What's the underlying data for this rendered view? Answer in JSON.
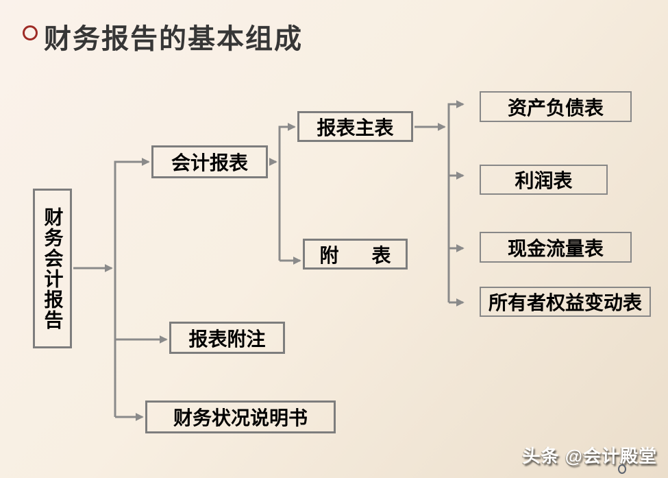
{
  "slide": {
    "title": "财务报告的基本组成",
    "watermark": "头条 @会计殿堂"
  },
  "diagram": {
    "root": {
      "label": "财务会计报告"
    },
    "branches": [
      {
        "label": "会计报表"
      },
      {
        "label": "报表附注"
      },
      {
        "label": "财务状况说明书"
      }
    ],
    "statement_parts": [
      {
        "label": "报表主表"
      },
      {
        "label": "附　表"
      }
    ],
    "main_statements": [
      {
        "label": "资产负债表"
      },
      {
        "label": "利润表"
      },
      {
        "label": "现金流量表"
      },
      {
        "label": "所有者权益变动表"
      }
    ]
  },
  "colors": {
    "bg_light": "#faf2eb",
    "bg_dark": "#ebdecb",
    "box_border": "#7d7d7d",
    "connector": "#8a8a8a",
    "title_text": "#363636",
    "bullet_ring": "#9e2b25",
    "node_text": "#000000",
    "watermark_text": "#ffffff"
  }
}
